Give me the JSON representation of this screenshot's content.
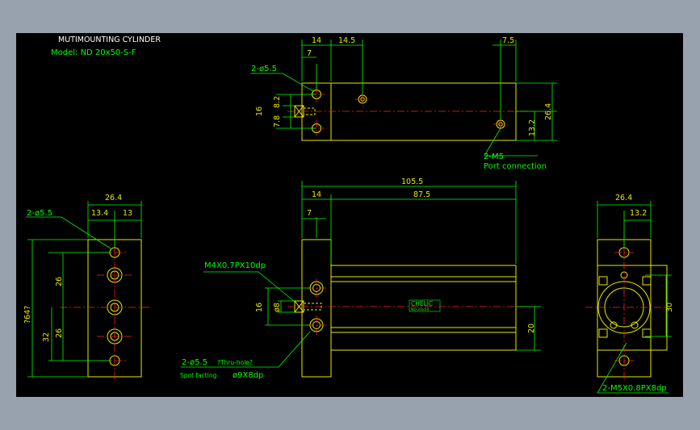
{
  "title_block": {
    "title": "MUTIMOUNTING CYLINDER",
    "model": "Model: ND 20x50-S-F"
  },
  "top_view": {
    "dims": {
      "d14": "14",
      "d14_5": "14.5",
      "d7": "7",
      "d7_5": "7.5",
      "d16": "16",
      "d7_8": "7.8",
      "d8_2": "8.2",
      "d13_2": "13.2",
      "d26_4": "26.4"
    },
    "hole_note": "2-ø5.5",
    "port_note": "2-M5",
    "port_label": "Port connection"
  },
  "front_view": {
    "dims": {
      "d105_5": "105.5",
      "d14": "14",
      "d87_5": "87.5",
      "d7": "7",
      "d16": "16",
      "d8": "ø8",
      "d20": "20"
    },
    "thread_note": "M4X0.7PX10dp",
    "hole_note": "2-ø5.5",
    "thru_note": "?Thru-hole?",
    "spot_label": "Spot facting",
    "spot_value": "ø9X8dp",
    "brand": "CHELIC",
    "brand_sub": "ND 20x50"
  },
  "left_view": {
    "dims": {
      "d26_4": "26.4",
      "d13_4": "13.4",
      "d13": "13",
      "d26a": "26",
      "d26b": "26",
      "d32": "32",
      "d64": "?64?"
    },
    "hole_note": "2-ø5.5"
  },
  "right_view": {
    "dims": {
      "d26_4": "26.4",
      "d13_2": "13.2",
      "d30": "30"
    },
    "thread_note": "2-M5X0.8PX8dp"
  },
  "colors": {
    "background": "#98a1ae",
    "canvas": "#000000",
    "outline": "#e8e800",
    "dimension": "#00ff00",
    "centerline": "#ff2020",
    "title_text": "#ffffff"
  }
}
